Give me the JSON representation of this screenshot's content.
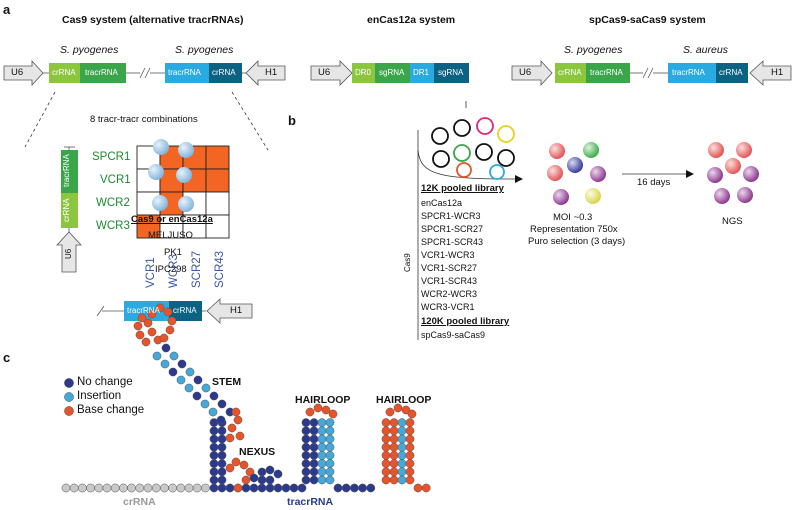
{
  "panel_a": {
    "letter": "a",
    "cas9_title": "Cas9 system (alternative tracrRNAs)",
    "encas12a_title": "enCas12a system",
    "spsa_title": "spCas9-saCas9  system",
    "species_left": "S. pyogenes",
    "species_right": "S. pyogenes",
    "species_sp": "S. pyogenes",
    "species_sa": "S. aureus",
    "u6": "U6",
    "h1": "H1",
    "crrna": "crRNA",
    "tracrrna": "tracrRNA",
    "dr0": "DR0",
    "dr1": "DR1",
    "sgrna": "sgRNA",
    "combinations": "8 tracr-tracr combinations",
    "rows": [
      "SPCR1",
      "VCR1",
      "WCR2",
      "WCR3"
    ],
    "cols": [
      "VCR1",
      "WCR3",
      "SCR27",
      "SCR43"
    ],
    "grid": [
      [
        0,
        1,
        1,
        1
      ],
      [
        0,
        1,
        1,
        1
      ],
      [
        0,
        1,
        0,
        0
      ],
      [
        1,
        0,
        0,
        0
      ]
    ],
    "colors": {
      "crrna_green": "#8cc63e",
      "tracr_green": "#3aa549",
      "tracr_blue": "#29abe2",
      "crrna_dark": "#0b6282",
      "orange": "#f26522",
      "arrow_gray": "#e6e6e6"
    }
  },
  "panel_b": {
    "letter": "b",
    "cell_title": "Cas9 or enCas12a",
    "cell_lines": [
      "MELJUSO",
      "PK1",
      "IPC298"
    ],
    "lib12k_title": "12K pooled library",
    "lib12k_items": [
      "enCas12a",
      "SPCR1-WCR3",
      "SPCR1-SCR27",
      "SPCR1-SCR43",
      "VCR1-WCR3",
      "VCR1-SCR27",
      "VCR1-SCR43",
      "WCR2-WCR3",
      "WCR3-VCR1"
    ],
    "cas9_side": "Cas9",
    "lib120k_title": "120K pooled library",
    "lib120k_items": [
      "spCas9-saCas9"
    ],
    "moi": "MOI ~0.3",
    "representation": "Representation 750x",
    "puro": "Puro selection (3 days)",
    "days": "16 days",
    "ngs": "NGS"
  },
  "panel_c": {
    "letter": "c",
    "legend": [
      {
        "label": "No change",
        "color": "#2b3a8c"
      },
      {
        "label": "Insertion",
        "color": "#44a9d9"
      },
      {
        "label": "Base change",
        "color": "#e8542a"
      }
    ],
    "labels": {
      "stem": "STEM",
      "nexus": "NEXUS",
      "hairloop1": "HAIRLOOP",
      "hairloop2": "HAIRLOOP",
      "crrna": "crRNA",
      "tracrrna": "tracrRNA"
    }
  }
}
